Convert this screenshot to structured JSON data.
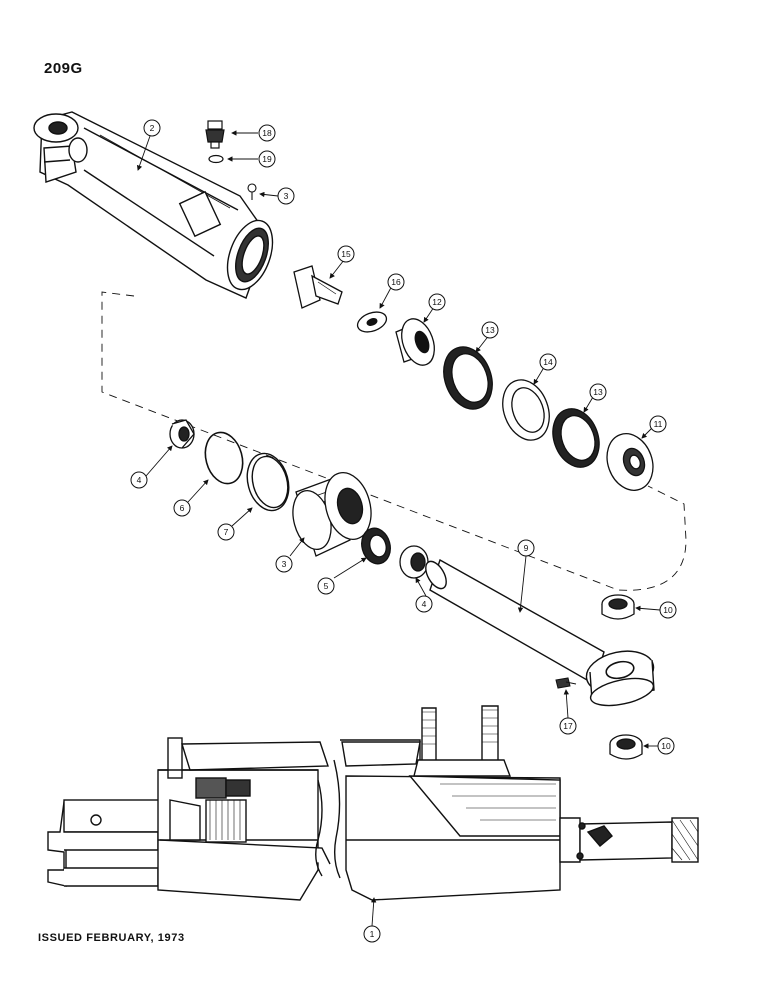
{
  "page": {
    "code": "209G",
    "issued": "ISSUED FEBRUARY, 1973"
  },
  "callouts": [
    "1",
    "2",
    "3",
    "3",
    "4",
    "4",
    "5",
    "6",
    "7",
    "9",
    "10",
    "10",
    "11",
    "12",
    "13",
    "13",
    "14",
    "15",
    "16",
    "17",
    "18",
    "19"
  ],
  "colors": {
    "ink": "#111111",
    "paper": "#ffffff",
    "shade": "#2a2a2a"
  }
}
